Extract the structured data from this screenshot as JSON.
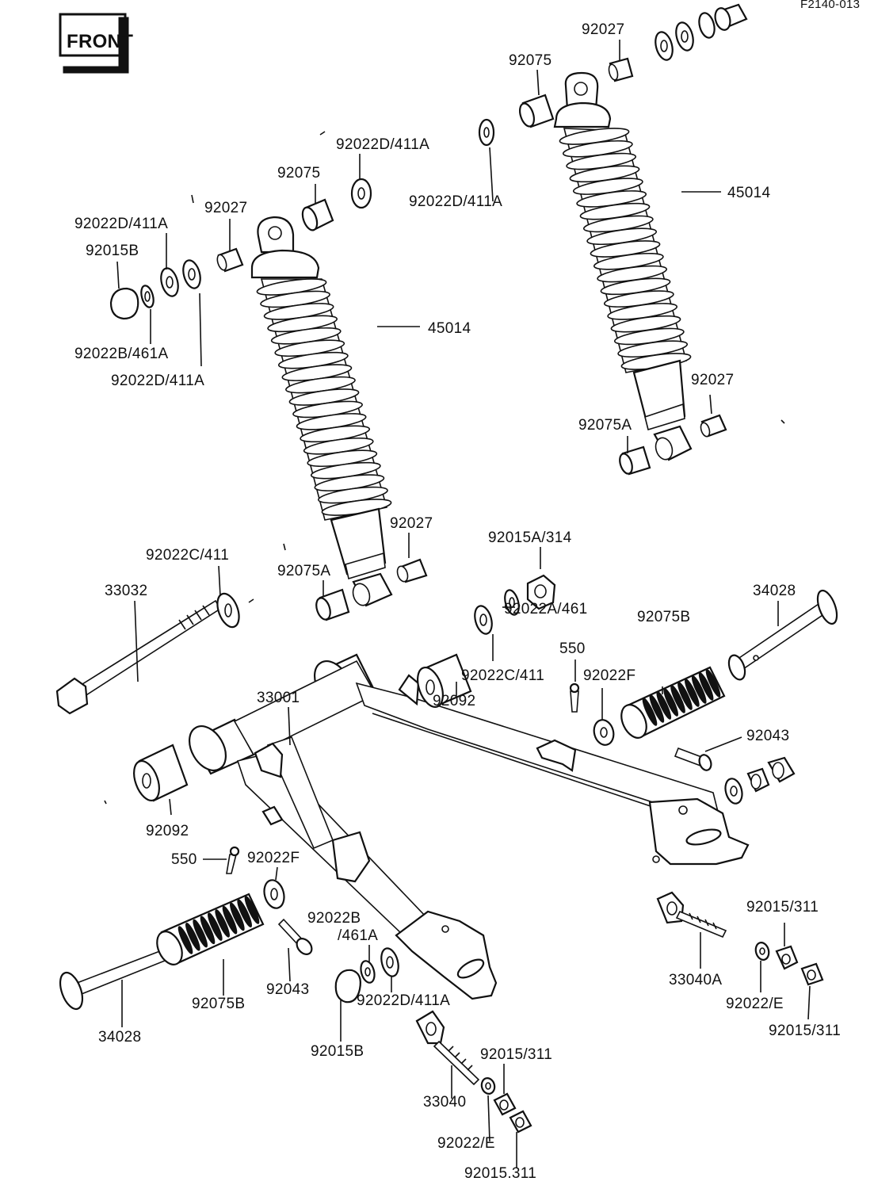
{
  "header": {
    "badge_text": "FRONT",
    "figure_code": "F2140-013"
  },
  "labels": {
    "l_92027_tr": "92027",
    "l_92075_tr": "92075",
    "l_92022d_411a_tr1": "92022D/411A",
    "l_92022d_411a_tr2": "92022D/411A",
    "l_45014_r": "45014",
    "l_92027_r2": "92027",
    "l_92075a_r": "92075A",
    "l_92075_l": "92075",
    "l_92027_l": "92027",
    "l_92022d_411a_l1": "92022D/411A",
    "l_92015b_l": "92015B",
    "l_92022b_461a_l": "92022B/461A",
    "l_92022d_411a_l2": "92022D/411A",
    "l_45014_l": "45014",
    "l_92027_l2": "92027",
    "l_92075a_l": "92075A",
    "l_92022c_411_l": "92022C/411",
    "l_33032": "33032",
    "l_92015a_314": "92015A/314",
    "l_92022a_461": "92022A/461",
    "l_92022c_411_m": "92022C/411",
    "l_92092_m": "92092",
    "l_550_r": "550",
    "l_92022f_r": "92022F",
    "l_92075b_r": "92075B",
    "l_34028_r": "34028",
    "l_92043_r": "92043",
    "l_33001": "33001",
    "l_92092_l": "92092",
    "l_550_l": "550",
    "l_92022f_l": "92022F",
    "l_92022b": "92022B",
    "l_461a": "/461A",
    "l_92022d_411a_b": "92022D/411A",
    "l_92043_l": "92043",
    "l_92075b_l": "92075B",
    "l_34028_l": "34028",
    "l_92015b_b": "92015B",
    "l_33040": "33040",
    "l_92015_311_b1": "92015/311",
    "l_92022e_b": "92022/E",
    "l_92015_311_b2": "92015.311",
    "l_33040a": "33040A",
    "l_92015_311_r1": "92015/311",
    "l_92022e_r": "92022/E",
    "l_92015_311_r2": "92015/311"
  }
}
